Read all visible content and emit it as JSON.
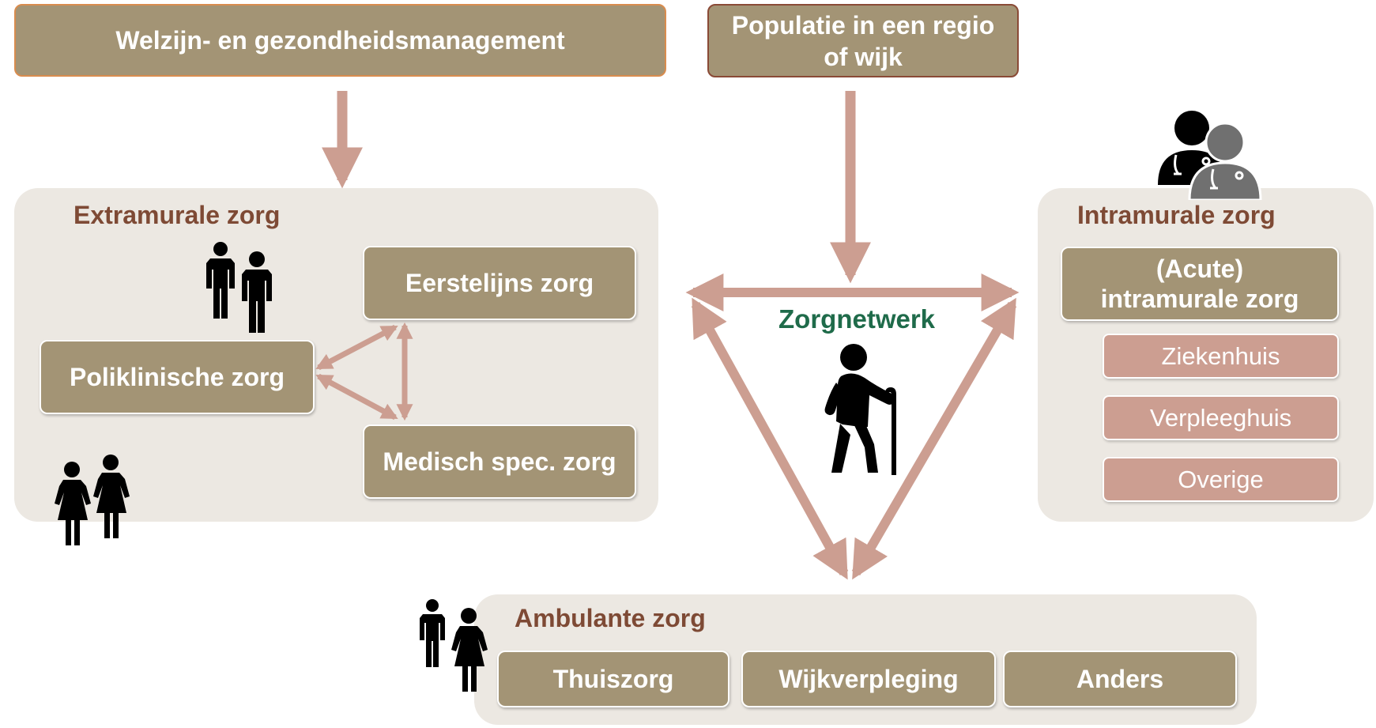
{
  "top": {
    "welzijn": "Welzijn- en gezondheidsmanagement",
    "populatie_line1": "Populatie in een regio",
    "populatie_line2": "of wijk"
  },
  "extramural": {
    "heading": "Extramurale zorg",
    "eerstelijns": "Eerstelijns zorg",
    "poliklinisch": "Poliklinische zorg",
    "medisch": "Medisch spec. zorg"
  },
  "center": {
    "label": "Zorgnetwerk"
  },
  "intramural": {
    "heading": "Intramurale zorg",
    "acute_line1": "(Acute)",
    "acute_line2": "intramurale zorg",
    "items": [
      "Ziekenhuis",
      "Verpleeghuis",
      "Overige"
    ]
  },
  "ambulant": {
    "heading": "Ambulante zorg",
    "items": [
      "Thuiszorg",
      "Wijkverpleging",
      "Anders"
    ]
  },
  "colors": {
    "olive": "#a39475",
    "arrow": "#cc9e91",
    "panel": "#ece8e2",
    "heading": "#7e4a35",
    "network": "#1f6b4a",
    "top_border_left": "#d98c4e",
    "top_border_right": "#8a4a36"
  },
  "icons": [
    "two-men-icon",
    "two-women-icon",
    "man-woman-icon",
    "doctors-icon",
    "elderly-person-icon"
  ]
}
